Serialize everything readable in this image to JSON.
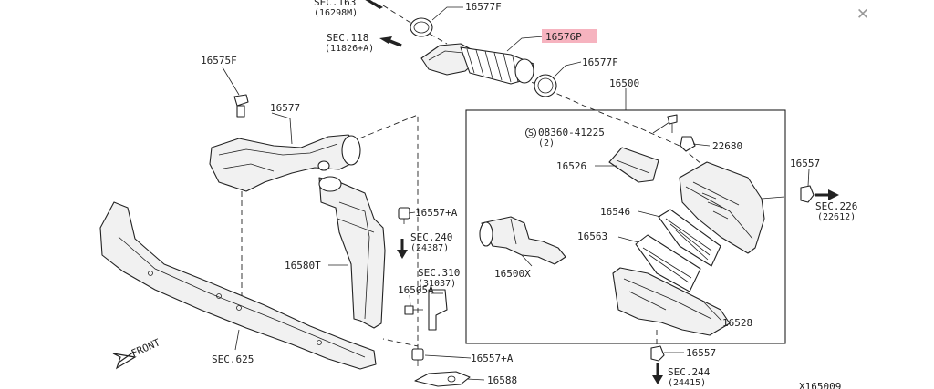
{
  "close_icon": "close-icon",
  "highlight_color": "#f6b3bf",
  "sections": {
    "sec163": "SEC.163",
    "sec163_ref": "(16298M)",
    "sec118": "SEC.118",
    "sec118_ref": "(11826+A)",
    "sec240": "SEC.240",
    "sec240_ref": "(24387)",
    "sec310": "SEC.310",
    "sec310_ref": "(31037)",
    "sec226": "SEC.226",
    "sec226_ref": "(22612)",
    "sec244": "SEC.244",
    "sec244_ref": "(24415)",
    "sec625": "SEC.625"
  },
  "parts": {
    "p16577F_top": "16577F",
    "p16576P": "16576P",
    "p16577F_right": "16577F",
    "p16575F": "16575F",
    "p16577": "16577",
    "p16500": "16500",
    "bolt_symbol": "S",
    "p08360": "08360-41225",
    "p08360_qty": "(2)",
    "p22680": "22680",
    "p16526": "16526",
    "p16557_right": "16557",
    "p16557A_top": "16557+A",
    "p16546": "16546",
    "p16563": "16563",
    "p16580T": "16580T",
    "p16500X": "16500X",
    "p16505A": "16505A",
    "p16528": "16528",
    "p16557A_bottom": "16557+A",
    "p16557_bottom": "16557",
    "p16588": "16588"
  },
  "front_label": "FRONT",
  "diagram_id": "X165009"
}
